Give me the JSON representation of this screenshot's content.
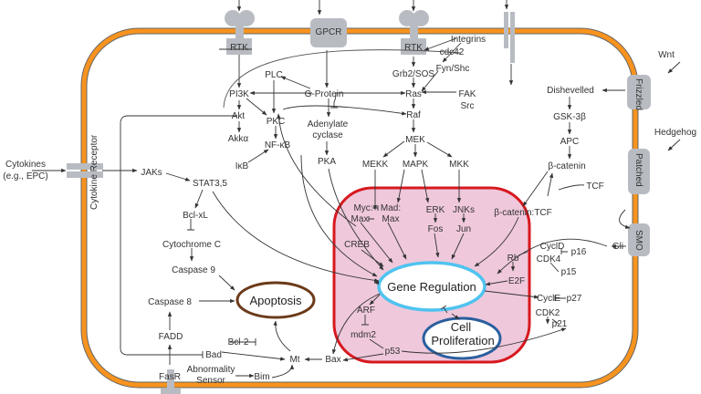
{
  "colors": {
    "membrane": "#f7931e",
    "nucleus_fill": "#efc8dc",
    "nucleus_border": "#d7191f",
    "gene_regulation_border": "#4fc3f0",
    "proliferation_border": "#2b5f9e",
    "apoptosis_border": "#6b3a1a",
    "receptor": "#b8bcc2"
  },
  "receptors": {
    "rtk1": "RTK",
    "gpcr": "GPCR",
    "rtk2": "RTK",
    "integrins": "Integrins",
    "cytokine_receptor": "Cytokine Receptor",
    "frizzled": "Frizzled",
    "patched": "Patched",
    "smo": "SMO",
    "fasr": "FasR"
  },
  "ligands": {
    "cytokines_1": "Cytokines",
    "cytokines_2": "(e.g., EPC)",
    "wnt": "Wnt",
    "hedgehog": "Hedgehog"
  },
  "cytoplasm": {
    "cdc42": "cdc42",
    "grb2": "Grb2/SOS",
    "fyn": "Fyn/Shc",
    "ras": "Ras",
    "fak": "FAK",
    "src": "Src",
    "raf": "Raf",
    "mek": "MEK",
    "mekk": "MEKK",
    "mapk": "MAPK",
    "mkk": "MKK",
    "pi3k": "PI3K",
    "plc": "PLC",
    "gprotein": "G-Protein",
    "akt": "Akt",
    "pkc": "PKC",
    "adenylate_1": "Adenylate",
    "adenylate_2": "cyclase",
    "akka": "Akkα",
    "nfkb": "NF-κB",
    "ikb": "IκB",
    "pka": "PKA",
    "jaks": "JAKs",
    "stat": "STAT3,5",
    "bclxl": "Bcl-xL",
    "cytc": "Cytochrome C",
    "casp9": "Caspase 9",
    "casp8": "Caspase 8",
    "apoptosis": "Apoptosis",
    "fadd": "FADD",
    "bcl2": "Bcl-2",
    "bad": "Bad",
    "mt": "Mt",
    "bax": "Bax",
    "abn_1": "Abnormality",
    "abn_2": "Sensor",
    "bim": "Bim",
    "dishevelled": "Dishevelled",
    "gsk": "GSK-3β",
    "apc": "APC",
    "bcat": "β-catenin",
    "tcf": "TCF",
    "gli": "Gli"
  },
  "nucleus": {
    "myc": "Myc:",
    "max1": "Max",
    "mad": "Mad:",
    "max2": "Max",
    "erk": "ERK",
    "fos": "Fos",
    "jnks": "JNKs",
    "jun": "Jun",
    "bcattcf": "β-catenin:TCF",
    "creb": "CREB",
    "gene_regulation": "Gene Regulation",
    "cycld": "CyclD",
    "p16": "p16",
    "rb": "Rb",
    "cdk4": "CDK4",
    "p15": "p15",
    "e2f": "E2F",
    "cycle": "CyclE",
    "p27": "p27",
    "cdk2": "CDK2",
    "p21": "p21",
    "arf": "ARF",
    "mdm2": "mdm2",
    "p53": "p53",
    "cell_1": "Cell",
    "cell_2": "Proliferation"
  }
}
